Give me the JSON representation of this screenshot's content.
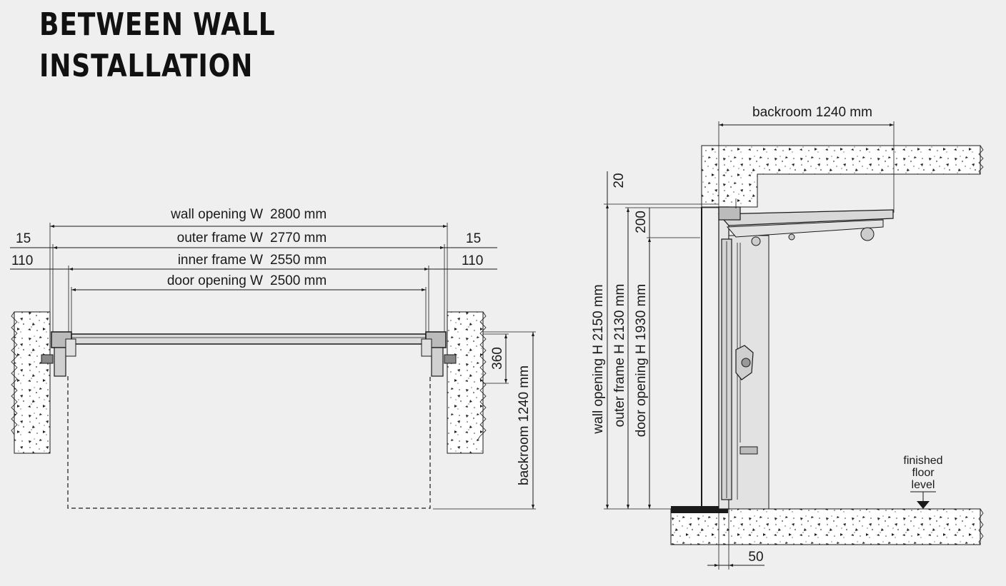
{
  "title": {
    "line1": "BETWEEN WALL",
    "line2": "INSTALLATION"
  },
  "plan": {
    "wall_opening": {
      "label": "wall opening W",
      "value": "2800 mm"
    },
    "outer_frame": {
      "label": "outer frame W",
      "value": "2770 mm"
    },
    "inner_frame": {
      "label": "inner frame W",
      "value": "2550 mm"
    },
    "door_opening": {
      "label": "door opening W",
      "value": "2500 mm"
    },
    "left_15": "15",
    "left_110": "110",
    "right_15": "15",
    "right_110": "110",
    "depth_360": "360",
    "backroom": "backroom 1240 mm"
  },
  "section": {
    "backroom": "backroom 1240 mm",
    "dim_20": "20",
    "dim_200": "200",
    "wall_opening_h": "wall opening H  2150 mm",
    "outer_frame_h": "outer frame H  2130 mm",
    "door_opening_h": "door opening H  1930 mm",
    "floor_line1": "finished",
    "floor_line2": "floor",
    "floor_line3": "level",
    "dim_50": "50"
  },
  "colors": {
    "background": "#efeff0",
    "ink": "#1a1a1a",
    "concrete": "#ffffff"
  }
}
